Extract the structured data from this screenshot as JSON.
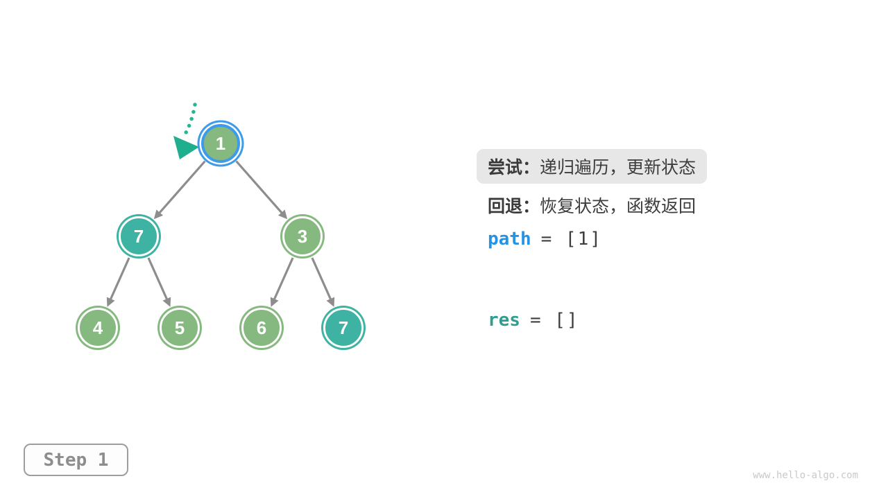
{
  "diagram": {
    "description": "Binary tree backtracking illustration",
    "tree": {
      "nodes": [
        {
          "value": "1",
          "style": "current"
        },
        {
          "value": "7",
          "style": "highlight"
        },
        {
          "value": "3",
          "style": "normal"
        },
        {
          "value": "4",
          "style": "normal"
        },
        {
          "value": "5",
          "style": "normal"
        },
        {
          "value": "6",
          "style": "normal"
        },
        {
          "value": "7",
          "style": "highlight"
        }
      ],
      "edges": [
        {
          "from": "1",
          "to": "7-left"
        },
        {
          "from": "1",
          "to": "3"
        },
        {
          "from": "7-left",
          "to": "4"
        },
        {
          "from": "7-left",
          "to": "5"
        },
        {
          "from": "3",
          "to": "6"
        },
        {
          "from": "3",
          "to": "7-right"
        }
      ]
    }
  },
  "panel": {
    "try_label": "尝试：",
    "try_text": "递归遍历，更新状态",
    "back_label": "回退：",
    "back_text": "恢复状态，函数返回",
    "path_var": "path",
    "path_value": "= [1]",
    "res_var": "res",
    "res_value": "= []"
  },
  "step_badge": "Step 1",
  "watermark": "www.hello-algo.com",
  "colors": {
    "node_green": "#86b97f",
    "node_teal": "#3fb3a3",
    "current_ring_blue": "#3e9be9",
    "pointer_teal": "#27b694",
    "edge_gray": "#8d8d8d",
    "path_var_blue": "#2492e5",
    "res_var_teal": "#2f9e8f",
    "try_badge_bg": "#e7e7e7",
    "text_dark": "#3d3d3d",
    "step_text_gray": "#8d8d8d",
    "watermark_gray": "#c9c9c9"
  }
}
